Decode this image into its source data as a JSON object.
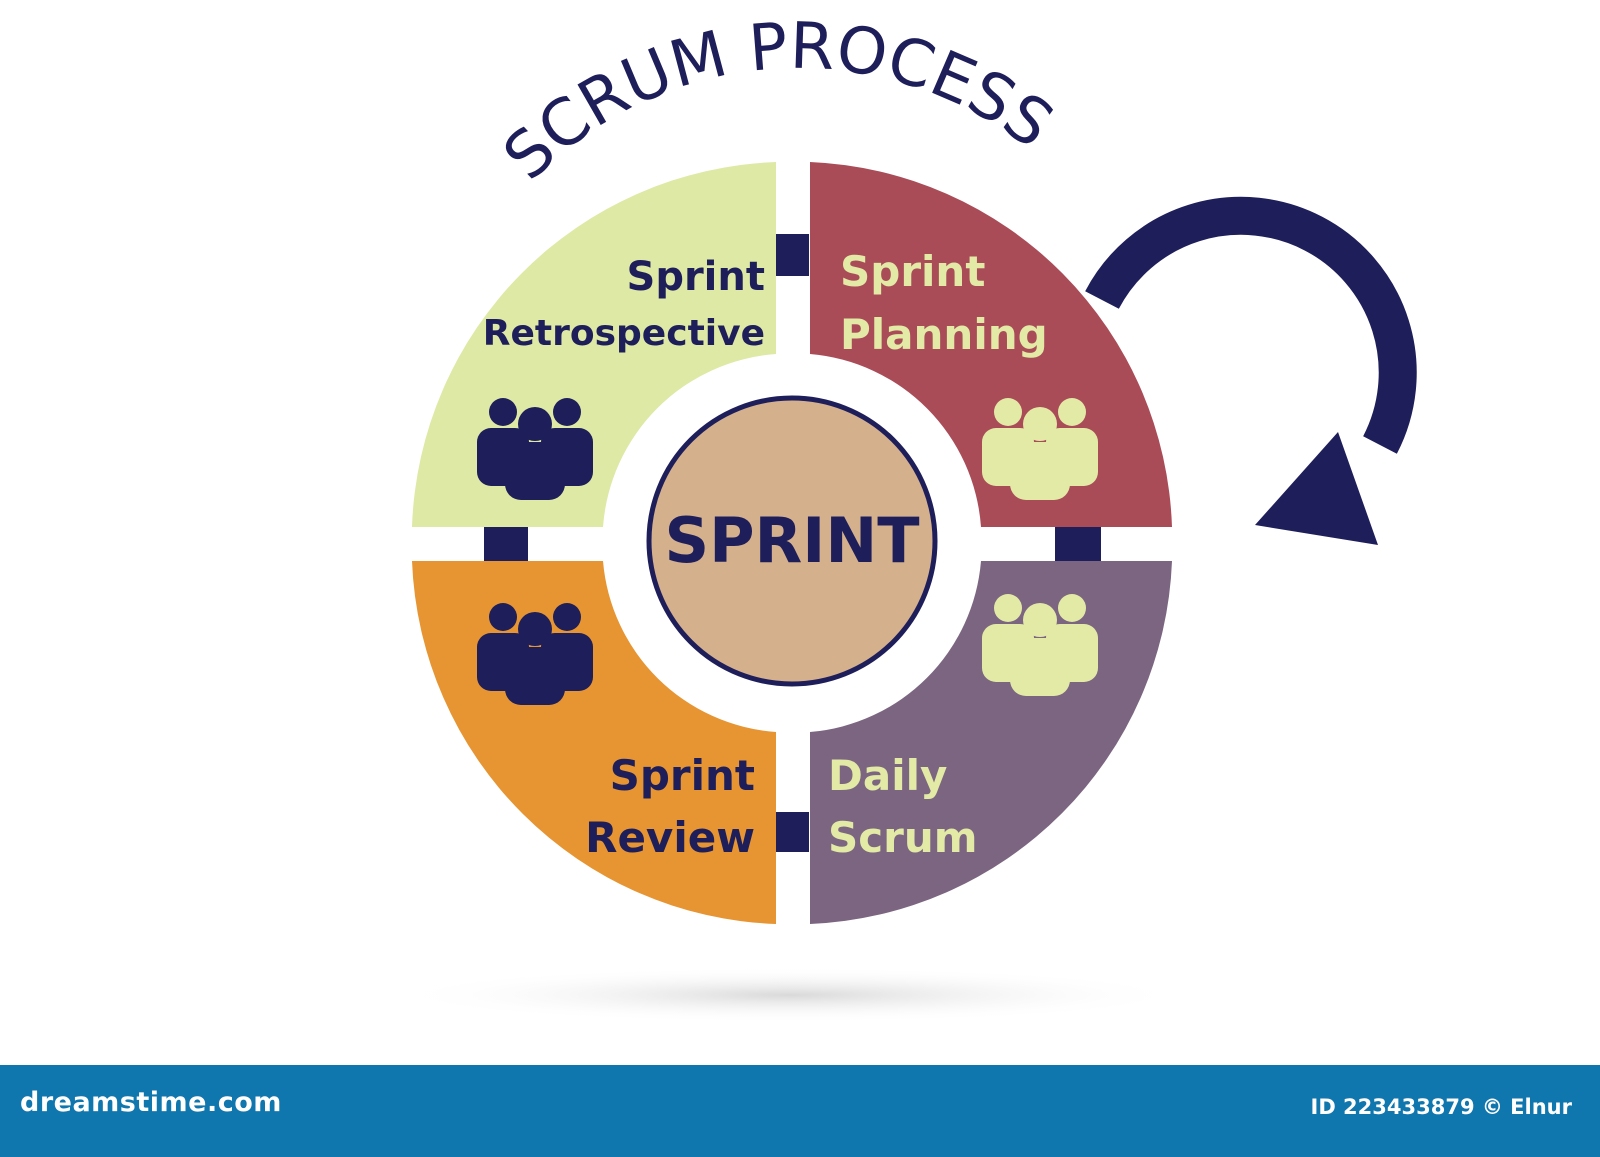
{
  "diagram": {
    "title": "SCRUM PROCESS",
    "center_label": "SPRINT",
    "quadrants": [
      {
        "id": "retrospective",
        "line1": "Sprint",
        "line2": "Retrospective",
        "color": "#dde9a4",
        "text_color": "#1e1e5a"
      },
      {
        "id": "planning",
        "line1": "Sprint",
        "line2": "Planning",
        "color": "#a94c58",
        "text_color": "#e2eaa6"
      },
      {
        "id": "review",
        "line1": "Sprint",
        "line2": "Review",
        "color": "#e69532",
        "text_color": "#1e1e5a"
      },
      {
        "id": "daily",
        "line1": "Daily",
        "line2": "Scrum",
        "color": "#7b6580",
        "text_color": "#e2eaa6"
      }
    ],
    "colors": {
      "navy": "#1e1e5a",
      "center_fill": "#d4b08c",
      "icon_light": "#e2eaa6",
      "shadow": "#e6e6e6"
    },
    "icons": {
      "team": "team-group-icon",
      "arrow": "cycle-arrow-icon"
    }
  },
  "footer": {
    "logo": "dreamstime.com",
    "image_id": "ID 223433879 © Elnur",
    "color": "#0f76ae"
  }
}
